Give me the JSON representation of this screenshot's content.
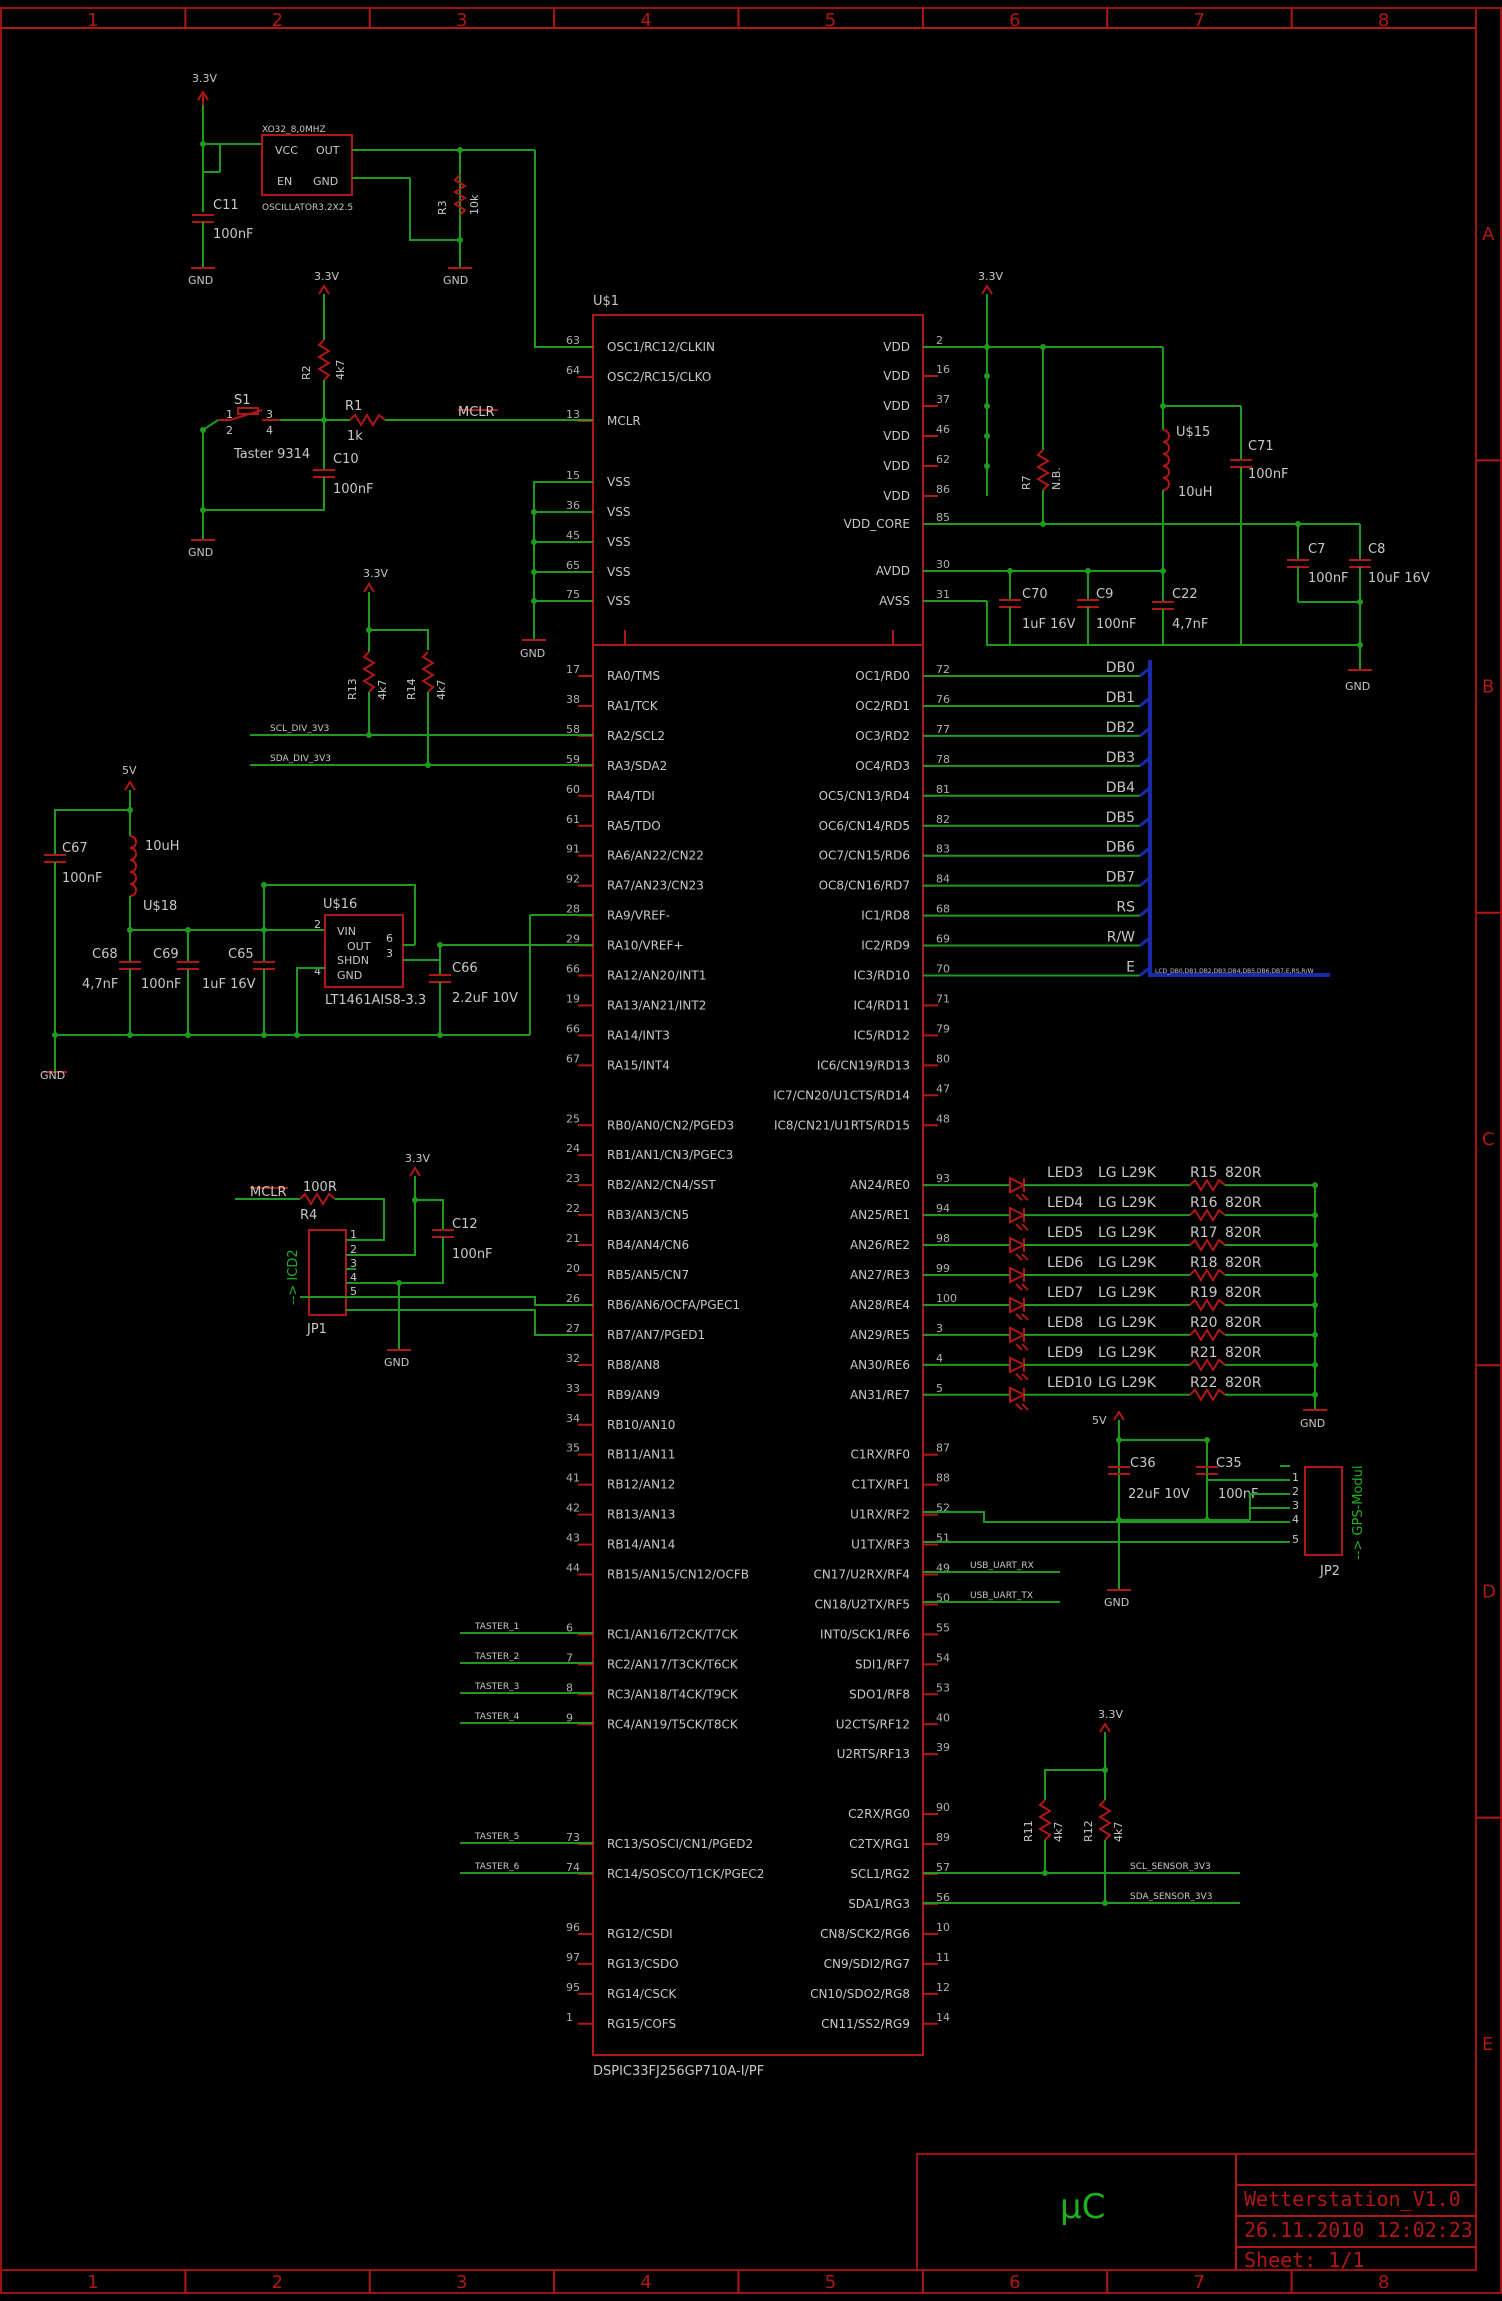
{
  "grid": {
    "columns": [
      "1",
      "2",
      "3",
      "4",
      "5",
      "6",
      "7",
      "8"
    ],
    "rows": [
      "A",
      "B",
      "C",
      "D",
      "E"
    ]
  },
  "title_block": {
    "page": "µC",
    "project": "Wetterstation_V1.0",
    "datetime": "26.11.2010 12:02:23",
    "sheet": "Sheet: 1/1"
  },
  "mcu": {
    "ref": "U$1",
    "part": "DSPIC33FJ256GP710A-I/PF",
    "upper_left": [
      {
        "num": "63",
        "name": "OSC1/RC12/CLKIN"
      },
      {
        "num": "64",
        "name": "OSC2/RC15/CLKO"
      },
      {
        "num": "13",
        "name": "MCLR"
      },
      {
        "num": "15",
        "name": "VSS"
      },
      {
        "num": "36",
        "name": "VSS"
      },
      {
        "num": "45",
        "name": "VSS"
      },
      {
        "num": "65",
        "name": "VSS"
      },
      {
        "num": "75",
        "name": "VSS"
      }
    ],
    "upper_right": [
      {
        "num": "2",
        "name": "VDD"
      },
      {
        "num": "16",
        "name": "VDD"
      },
      {
        "num": "37",
        "name": "VDD"
      },
      {
        "num": "46",
        "name": "VDD"
      },
      {
        "num": "62",
        "name": "VDD"
      },
      {
        "num": "86",
        "name": "VDD"
      },
      {
        "num": "85",
        "name": "VDD_CORE"
      },
      {
        "num": "30",
        "name": "AVDD"
      },
      {
        "num": "31",
        "name": "AVSS"
      }
    ],
    "left": [
      {
        "num": "17",
        "name": "RA0/TMS"
      },
      {
        "num": "38",
        "name": "RA1/TCK"
      },
      {
        "num": "58",
        "name": "RA2/SCL2"
      },
      {
        "num": "59",
        "name": "RA3/SDA2"
      },
      {
        "num": "60",
        "name": "RA4/TDI"
      },
      {
        "num": "61",
        "name": "RA5/TDO"
      },
      {
        "num": "91",
        "name": "RA6/AN22/CN22"
      },
      {
        "num": "92",
        "name": "RA7/AN23/CN23"
      },
      {
        "num": "28",
        "name": "RA9/VREF-"
      },
      {
        "num": "29",
        "name": "RA10/VREF+"
      },
      {
        "num": "66",
        "name": "RA12/AN20/INT1"
      },
      {
        "num": "19",
        "name": "RA13/AN21/INT2"
      },
      {
        "num": "66",
        "name": "RA14/INT3"
      },
      {
        "num": "67",
        "name": "RA15/INT4"
      },
      {
        "num": "",
        "name": ""
      },
      {
        "num": "25",
        "name": "RB0/AN0/CN2/PGED3"
      },
      {
        "num": "24",
        "name": "RB1/AN1/CN3/PGEC3"
      },
      {
        "num": "23",
        "name": "RB2/AN2/CN4/SST"
      },
      {
        "num": "22",
        "name": "RB3/AN3/CN5"
      },
      {
        "num": "21",
        "name": "RB4/AN4/CN6"
      },
      {
        "num": "20",
        "name": "RB5/AN5/CN7"
      },
      {
        "num": "26",
        "name": "RB6/AN6/OCFA/PGEC1"
      },
      {
        "num": "27",
        "name": "RB7/AN7/PGED1"
      },
      {
        "num": "32",
        "name": "RB8/AN8"
      },
      {
        "num": "33",
        "name": "RB9/AN9"
      },
      {
        "num": "34",
        "name": "RB10/AN10"
      },
      {
        "num": "35",
        "name": "RB11/AN11"
      },
      {
        "num": "41",
        "name": "RB12/AN12"
      },
      {
        "num": "42",
        "name": "RB13/AN13"
      },
      {
        "num": "43",
        "name": "RB14/AN14"
      },
      {
        "num": "44",
        "name": "RB15/AN15/CN12/OCFB"
      },
      {
        "num": "",
        "name": ""
      },
      {
        "num": "6",
        "name": "RC1/AN16/T2CK/T7CK"
      },
      {
        "num": "7",
        "name": "RC2/AN17/T3CK/T6CK"
      },
      {
        "num": "8",
        "name": "RC3/AN18/T4CK/T9CK"
      },
      {
        "num": "9",
        "name": "RC4/AN19/T5CK/T8CK"
      },
      {
        "num": "",
        "name": ""
      },
      {
        "num": "",
        "name": ""
      },
      {
        "num": "",
        "name": ""
      },
      {
        "num": "73",
        "name": "RC13/SOSCI/CN1/PGED2"
      },
      {
        "num": "74",
        "name": "RC14/SOSCO/T1CK/PGEC2"
      },
      {
        "num": "",
        "name": ""
      },
      {
        "num": "96",
        "name": "RG12/CSDI"
      },
      {
        "num": "97",
        "name": "RG13/CSDO"
      },
      {
        "num": "95",
        "name": "RG14/CSCK"
      },
      {
        "num": "1",
        "name": "RG15/COFS"
      }
    ],
    "right": [
      {
        "num": "72",
        "name": "OC1/RD0"
      },
      {
        "num": "76",
        "name": "OC2/RD1"
      },
      {
        "num": "77",
        "name": "OC3/RD2"
      },
      {
        "num": "78",
        "name": "OC4/RD3"
      },
      {
        "num": "81",
        "name": "OC5/CN13/RD4"
      },
      {
        "num": "82",
        "name": "OC6/CN14/RD5"
      },
      {
        "num": "83",
        "name": "OC7/CN15/RD6"
      },
      {
        "num": "84",
        "name": "OC8/CN16/RD7"
      },
      {
        "num": "68",
        "name": "IC1/RD8"
      },
      {
        "num": "69",
        "name": "IC2/RD9"
      },
      {
        "num": "70",
        "name": "IC3/RD10"
      },
      {
        "num": "71",
        "name": "IC4/RD11"
      },
      {
        "num": "79",
        "name": "IC5/RD12"
      },
      {
        "num": "80",
        "name": "IC6/CN19/RD13"
      },
      {
        "num": "47",
        "name": "IC7/CN20/U1CTS/RD14"
      },
      {
        "num": "48",
        "name": "IC8/CN21/U1RTS/RD15"
      },
      {
        "num": "",
        "name": ""
      },
      {
        "num": "93",
        "name": "AN24/RE0"
      },
      {
        "num": "94",
        "name": "AN25/RE1"
      },
      {
        "num": "98",
        "name": "AN26/RE2"
      },
      {
        "num": "99",
        "name": "AN27/RE3"
      },
      {
        "num": "100",
        "name": "AN28/RE4"
      },
      {
        "num": "3",
        "name": "AN29/RE5"
      },
      {
        "num": "4",
        "name": "AN30/RE6"
      },
      {
        "num": "5",
        "name": "AN31/RE7"
      },
      {
        "num": "",
        "name": ""
      },
      {
        "num": "87",
        "name": "C1RX/RF0"
      },
      {
        "num": "88",
        "name": "C1TX/RF1"
      },
      {
        "num": "52",
        "name": "U1RX/RF2"
      },
      {
        "num": "51",
        "name": "U1TX/RF3"
      },
      {
        "num": "49",
        "name": "CN17/U2RX/RF4"
      },
      {
        "num": "50",
        "name": "CN18/U2TX/RF5"
      },
      {
        "num": "55",
        "name": "INT0/SCK1/RF6"
      },
      {
        "num": "54",
        "name": "SDI1/RF7"
      },
      {
        "num": "53",
        "name": "SDO1/RF8"
      },
      {
        "num": "40",
        "name": "U2CTS/RF12"
      },
      {
        "num": "39",
        "name": "U2RTS/RF13"
      },
      {
        "num": "",
        "name": ""
      },
      {
        "num": "90",
        "name": "C2RX/RG0"
      },
      {
        "num": "89",
        "name": "C2TX/RG1"
      },
      {
        "num": "57",
        "name": "SCL1/RG2"
      },
      {
        "num": "56",
        "name": "SDA1/RG3"
      },
      {
        "num": "10",
        "name": "CN8/SCK2/RG6"
      },
      {
        "num": "11",
        "name": "CN9/SDI2/RG7"
      },
      {
        "num": "12",
        "name": "CN10/SDO2/RG8"
      },
      {
        "num": "14",
        "name": "CN11/SS2/RG9"
      }
    ]
  },
  "lcd_bus": {
    "signals": [
      "DB0",
      "DB1",
      "DB2",
      "DB3",
      "DB4",
      "DB5",
      "DB6",
      "DB7",
      "RS",
      "R/W",
      "E"
    ],
    "bus_label": "LCD_DB0,DB1,DB2,DB3,DB4,DB5,DB6,DB7,E,RS,R/W"
  },
  "leds": [
    {
      "led": "LED3",
      "type": "LG L29K",
      "res": "R15",
      "val": "820R"
    },
    {
      "led": "LED4",
      "type": "LG L29K",
      "res": "R16",
      "val": "820R"
    },
    {
      "led": "LED5",
      "type": "LG L29K",
      "res": "R17",
      "val": "820R"
    },
    {
      "led": "LED6",
      "type": "LG L29K",
      "res": "R18",
      "val": "820R"
    },
    {
      "led": "LED7",
      "type": "LG L29K",
      "res": "R19",
      "val": "820R"
    },
    {
      "led": "LED8",
      "type": "LG L29K",
      "res": "R20",
      "val": "820R"
    },
    {
      "led": "LED9",
      "type": "LG L29K",
      "res": "R21",
      "val": "820R"
    },
    {
      "led": "LED10",
      "type": "LG L29K",
      "res": "R22",
      "val": "820R"
    }
  ],
  "labels": {
    "v33": "3.3V",
    "v5": "5V",
    "gnd": "GND",
    "osc_part": "XO32_8,0MHZ",
    "osc_pkg": "OSCILLATOR3.2X2.5",
    "osc_vcc": "VCC",
    "osc_out": "OUT",
    "osc_en": "EN",
    "osc_gnd": "GND",
    "c11": "C11",
    "c11v": "100nF",
    "r3": "R3",
    "r3v": "10k",
    "s1": "S1",
    "s1v": "Taster 9314",
    "r2": "R2",
    "r2v": "4k7",
    "r1": "R1",
    "r1v": "1k",
    "c10": "C10",
    "c10v": "100nF",
    "mclr": "MCLR",
    "r13": "R13",
    "r13v": "4k7",
    "r14": "R14",
    "r14v": "4k7",
    "scl_div": "SCL_DIV_3V3",
    "sda_div": "SDA_DIV_3V3",
    "c67": "C67",
    "c67v": "100nF",
    "l18": "U$18",
    "l18v": "10uH",
    "c68": "C68",
    "c68v": "4,7nF",
    "c69": "C69",
    "c69v": "100nF",
    "c65": "C65",
    "c65v": "1uF 16V",
    "u16": "U$16",
    "u16v": "LT1461AIS8-3.3",
    "u16_vin": "VIN",
    "u16_out": "OUT",
    "u16_shdn": "SHDN",
    "u16_gnd": "GND",
    "c66": "C66",
    "c66v": "2.2uF 10V",
    "r7": "R7",
    "r7v": "N.B.",
    "l15": "U$15",
    "l15v": "10uH",
    "c71": "C71",
    "c71v": "100nF",
    "c7": "C7",
    "c7v": "100nF",
    "c8": "C8",
    "c8v": "10uF 16V",
    "c70": "C70",
    "c70v": "1uF 16V",
    "c9": "C9",
    "c9v": "100nF",
    "c22": "C22",
    "c22v": "4,7nF",
    "r4": "R4",
    "r4v": "100R",
    "c12": "C12",
    "c12v": "100nF",
    "jp1": "JP1",
    "jp1_label": "--> ICD2",
    "c36": "C36",
    "c36v": "22uF 10V",
    "c35": "C35",
    "c35v": "100nF",
    "jp2": "JP2",
    "jp2_label": "--> GPS-Modul",
    "usb_rx": "USB_UART_RX",
    "usb_tx": "USB_UART_TX",
    "taster_1": "TASTER_1",
    "taster_2": "TASTER_2",
    "taster_3": "TASTER_3",
    "taster_4": "TASTER_4",
    "taster_5": "TASTER_5",
    "taster_6": "TASTER_6",
    "r11": "R11",
    "r11v": "4k7",
    "r12": "R12",
    "r12v": "4k7",
    "scl_sensor": "SCL_SENSOR_3V3",
    "sda_sensor": "SDA_SENSOR_3V3"
  }
}
